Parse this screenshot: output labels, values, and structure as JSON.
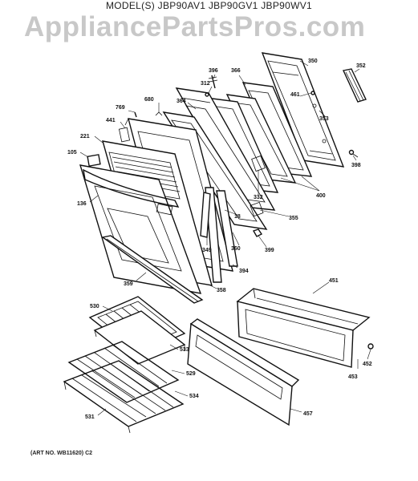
{
  "header": {
    "model_line": "MODEL(S) JBP90AV1  JBP90GV1  JBP90WV1"
  },
  "watermark": {
    "text": "AppliancePartsPros.com"
  },
  "footer": {
    "art_no": "(ART NO. WB11620) C2"
  },
  "labels": {
    "p396": "396",
    "p366": "366",
    "p350": "350",
    "p352": "352",
    "p312": "312",
    "p680": "680",
    "p364": "364",
    "p461": "461",
    "p353": "353",
    "p769": "769",
    "p441": "441",
    "p221": "221",
    "p105": "105",
    "p398": "398",
    "p400": "400",
    "p332": "332",
    "p18": "18",
    "p355": "355",
    "p136": "136",
    "p349": "349",
    "p360": "360",
    "p399": "399",
    "p394": "394",
    "p359": "359",
    "p358": "358",
    "p451": "451",
    "p530": "530",
    "p533": "533",
    "p529": "529",
    "p534": "534",
    "p531": "531",
    "p452": "452",
    "p453": "453",
    "p457": "457"
  }
}
